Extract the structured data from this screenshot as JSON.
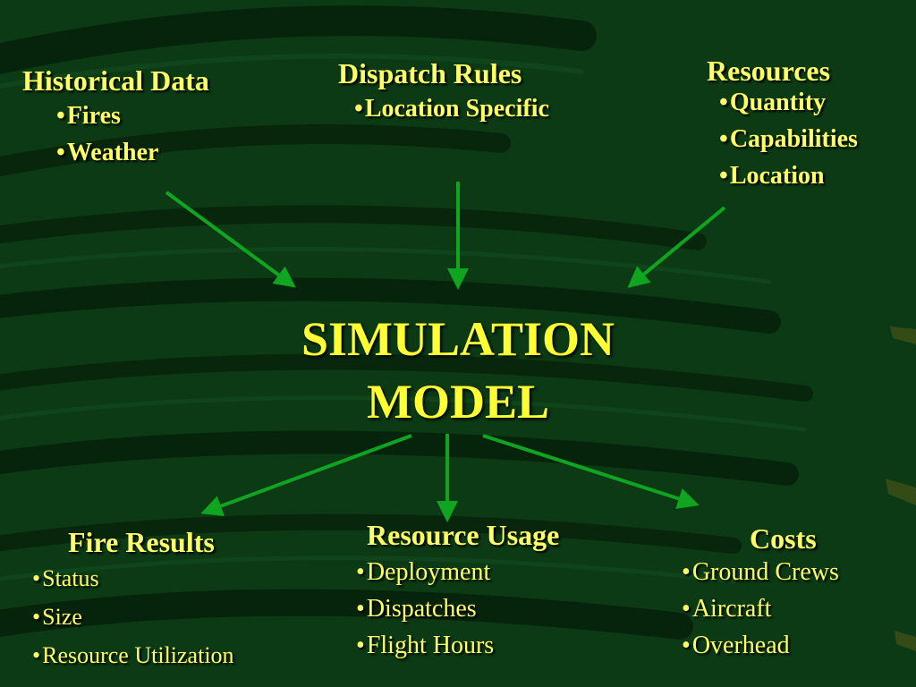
{
  "colors": {
    "background": "#0b3a14",
    "text": "#ffff66",
    "title": "#ffff33",
    "arrow": "#0fa521"
  },
  "inputs": {
    "historical": {
      "title": "Historical Data",
      "items": [
        "Fires",
        "Weather"
      ]
    },
    "dispatch": {
      "title": "Dispatch Rules",
      "items": [
        "Location Specific"
      ]
    },
    "resources": {
      "title": "Resources",
      "items": [
        "Quantity",
        "Capabilities",
        "Location"
      ]
    }
  },
  "model": {
    "line1": "SIMULATION",
    "line2": "MODEL"
  },
  "outputs": {
    "fire_results": {
      "title": "Fire Results",
      "items": [
        "Status",
        "Size",
        "Resource Utilization"
      ]
    },
    "resource_usage": {
      "title": "Resource Usage",
      "items": [
        "Deployment",
        "Dispatches",
        "Flight Hours"
      ]
    },
    "costs": {
      "title": "Costs",
      "items": [
        "Ground Crews",
        "Aircraft",
        "Overhead"
      ]
    }
  },
  "bullet": "•"
}
